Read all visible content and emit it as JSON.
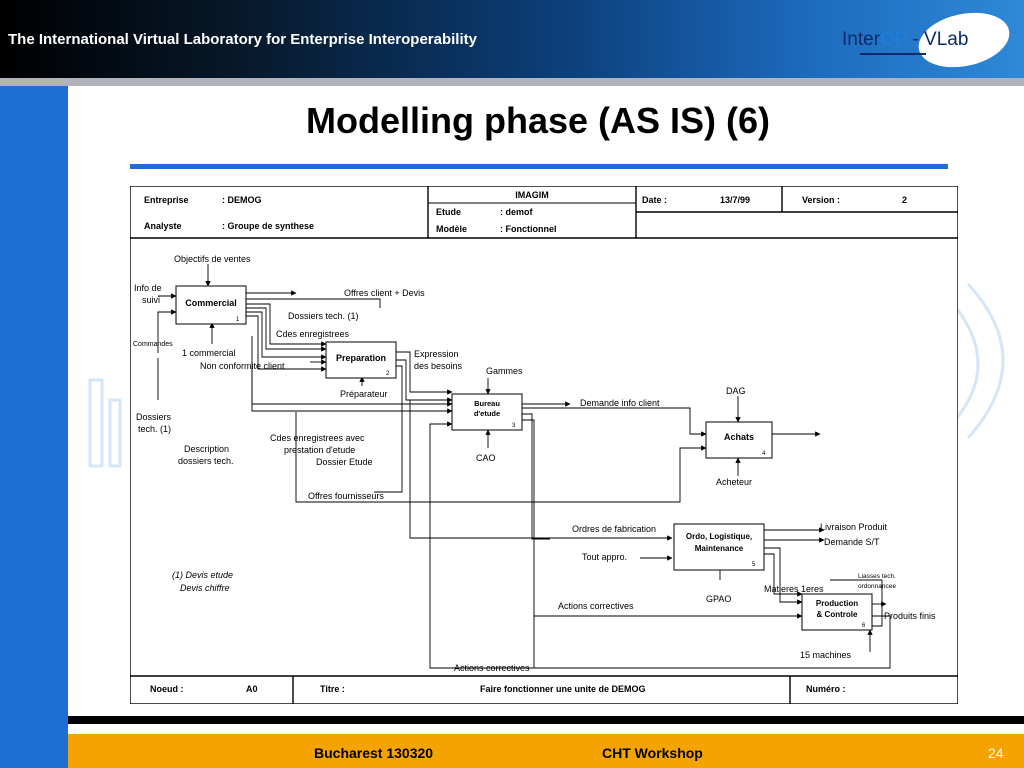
{
  "header": {
    "title": "The International Virtual Laboratory for Enterprise Interoperability",
    "logo_inter": "Inter",
    "logo_op": "OP",
    "logo_vlab": " - VLab"
  },
  "slide": {
    "title": "Modelling phase (AS IS) (6)"
  },
  "diagram": {
    "header": {
      "entreprise_label": "Entreprise",
      "entreprise_value": ":  DEMOG",
      "analyste_label": "Analyste",
      "analyste_value": ":  Groupe de synthese",
      "project": "IMAGIM",
      "etude_label": "Etude",
      "etude_value": ":  demof",
      "modele_label": "Modèle",
      "modele_value": ":  Fonctionnel",
      "date_label": "Date :",
      "date_value": "13/7/99",
      "version_label": "Version :",
      "version_value": "2"
    },
    "boxes": {
      "commercial": {
        "label": "Commercial",
        "num": "1"
      },
      "preparation": {
        "label": "Preparation",
        "num": "2"
      },
      "bureau_line1": "Bureau",
      "bureau_line2": "d'etude",
      "bureau_num": "3",
      "achats": {
        "label": "Achats",
        "num": "4"
      },
      "ordo_line1": "Ordo, Logistique,",
      "ordo_line2": "Maintenance",
      "ordo_num": "5",
      "prod_line1": "Production",
      "prod_line2": "& Controle",
      "prod_num": "6"
    },
    "labels": {
      "objectifs": "Objectifs de ventes",
      "info_de": "Info de",
      "suivi": "suivi",
      "commandes": "Commandes",
      "offres_client": "Offres client + Devis",
      "dossiers_tech_1": "Dossiers tech. (1)",
      "cdes_enregistrees": "Cdes enregistrees",
      "un_commercial": "1 commercial",
      "non_conformite": "Non conformite client",
      "expression1": "Expression",
      "expression2": "des besoins",
      "gammes": "Gammes",
      "preparateur": "Préparateur",
      "dossiers_left1": "Dossiers",
      "dossiers_left2": "tech. (1)",
      "demande_info": "Demande info client",
      "dag": "DAG",
      "cdes_avec1": "Cdes enregistrees avec",
      "cdes_avec2": "prestation d'etude",
      "description1": "Description",
      "description2": "dossiers tech.",
      "dossier_etude": "Dossier Etude",
      "cao": "CAO",
      "acheteur": "Acheteur",
      "offres_fournisseurs": "Offres fournisseurs",
      "ordres_fab": "Ordres de fabrication",
      "livraison": "Livraison Produit",
      "demande_st": "Demande S/T",
      "tout_appro": "Tout appro.",
      "devis_etude": "(1) Devis etude",
      "devis_chiffre": "Devis  chiffre",
      "liasses1": "Liasses tech.",
      "liasses2": "ordonnancee",
      "matieres": "Matieres 1eres",
      "gpao": "GPAO",
      "actions_correctives_1": "Actions correctives",
      "produits_finis": "Produits finis",
      "machines": "15 machines",
      "actions_correctives_2": "Actions correctives"
    },
    "footer": {
      "noeud_label": "Noeud :",
      "noeud_value": "A0",
      "titre_label": "Titre :",
      "titre_value": "Faire fonctionner une unite de DEMOG",
      "numero_label": "Numéro :"
    }
  },
  "footer": {
    "location": "Bucharest  130320",
    "event": "CHT Workshop",
    "page": "24"
  }
}
